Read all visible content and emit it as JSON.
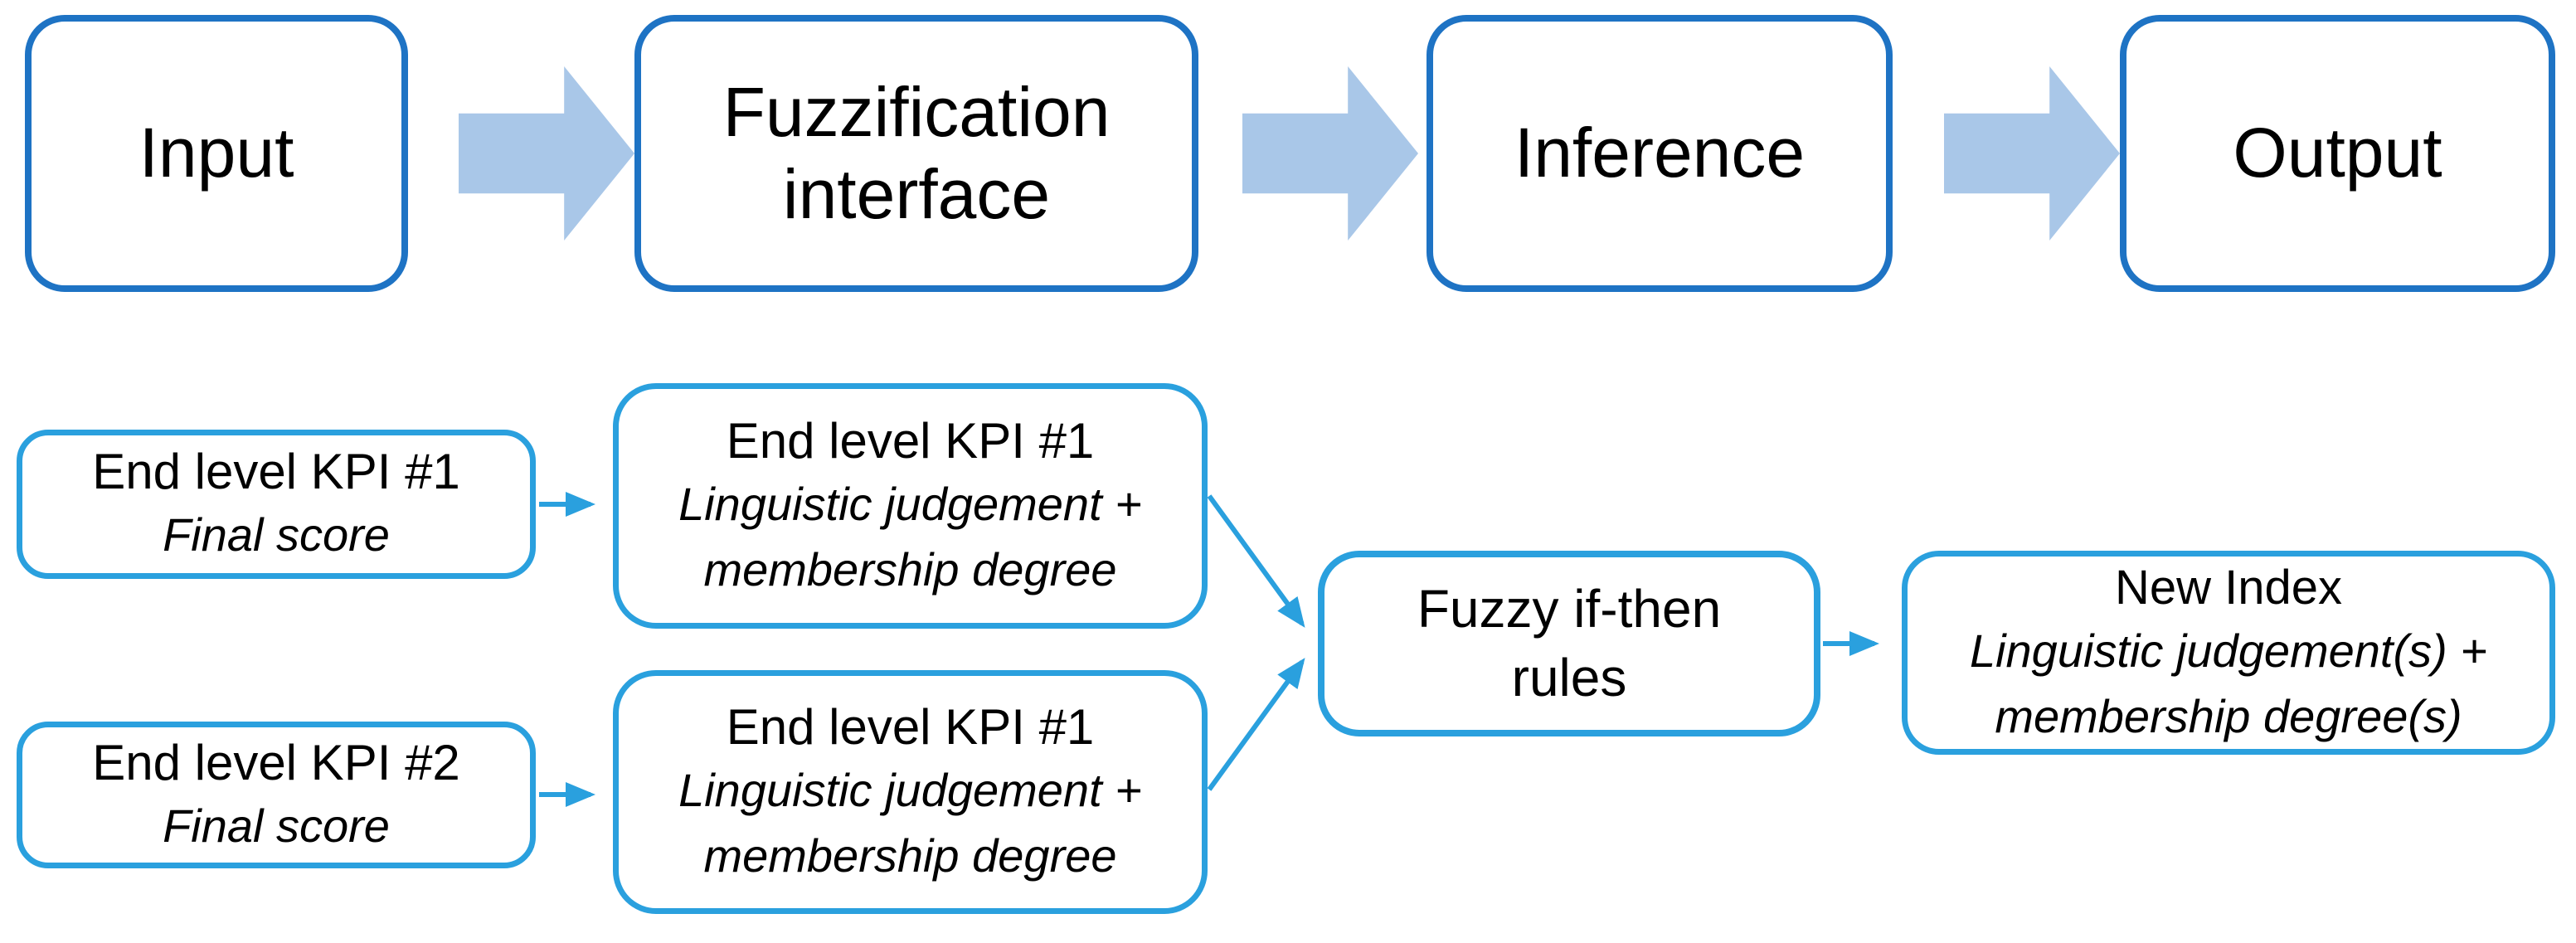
{
  "colors": {
    "top_box_border": "#1E73C4",
    "bottom_box_border": "#2AA0DE",
    "block_arrow_fill": "#A9C7E8",
    "text": "#000000",
    "background": "#ffffff"
  },
  "top_row": {
    "input": {
      "label": "Input"
    },
    "fuzzification": {
      "line1": "Fuzzification",
      "line2": "interface"
    },
    "inference": {
      "label": "Inference"
    },
    "output": {
      "label": "Output"
    }
  },
  "bottom_flow": {
    "kpi1": {
      "title": "End level KPI #1",
      "subtitle": "Final score"
    },
    "kpi2": {
      "title": "End level KPI #2",
      "subtitle": "Final score"
    },
    "fuzzified_kpi1": {
      "title": "End level KPI #1",
      "subtitle_line1": "Linguistic judgement +",
      "subtitle_line2": "membership degree"
    },
    "fuzzified_kpi2": {
      "title": "End level KPI #1",
      "subtitle_line1": "Linguistic judgement +",
      "subtitle_line2": "membership degree"
    },
    "rules": {
      "line1": "Fuzzy if-then",
      "line2": "rules"
    },
    "new_index": {
      "title": "New Index",
      "subtitle_line1": "Linguistic judgement(s) +",
      "subtitle_line2": "membership degree(s)"
    }
  }
}
